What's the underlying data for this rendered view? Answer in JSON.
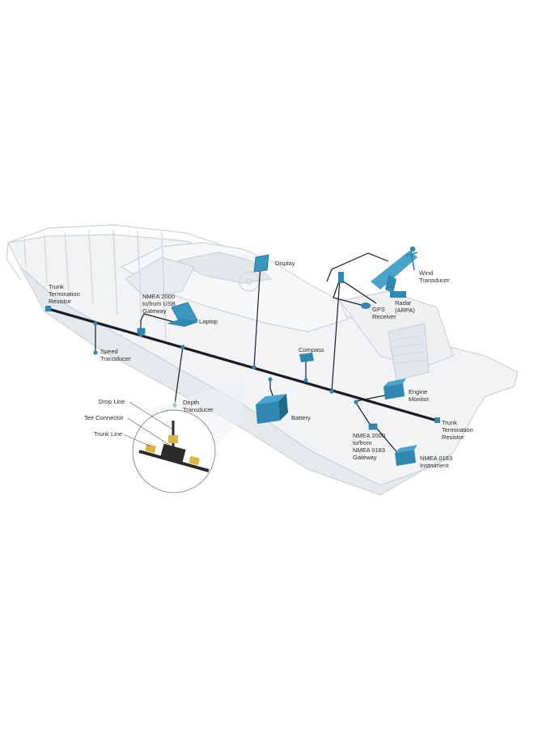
{
  "colors": {
    "background": "#ffffff",
    "hull_fill": "#f0f2f4",
    "hull_stroke": "#cfd5da",
    "network_line": "#1c1c28",
    "device_blue": "#2e88b0",
    "device_blue_dark": "#1d6a8c",
    "connector_yellow": "#d9b44a"
  },
  "labels": {
    "trunk_resistor_bow": "Trunk\nTermination\nResistor",
    "usb_gateway": "NMEA 2000\nto/from USB\nGateway",
    "laptop": "Laptop",
    "display": "Display",
    "wind_transducer": "Wind\nTransducer",
    "radar": "Radar\n(ARPA)",
    "gps_receiver": "GPS\nReceiver",
    "speed_transducer": "Speed\nTransducer",
    "compass": "Compass",
    "engine_monitor": "Engine\nMonitor",
    "drop_line": "Drop Line",
    "depth_transducer": "Depth\nTransducer",
    "battery": "Battery",
    "trunk_resistor_stern": "Trunk\nTermination\nResistor",
    "tee_connector": "Tee Connector",
    "nmea0183_gateway": "NMEA 2000\nto/from\nNMEA 0183\nGateway",
    "trunk_line": "Trunk Line",
    "nmea0183_instrument": "NMEA 0183\nInstrument"
  },
  "icons": [
    "boat-hull",
    "laptop-icon",
    "display-icon",
    "radar-icon",
    "wind-transducer-icon",
    "gps-receiver-icon",
    "compass-icon",
    "engine-monitor-icon",
    "battery-icon",
    "gateway-icon",
    "instrument-icon",
    "tee-connector-icon"
  ]
}
